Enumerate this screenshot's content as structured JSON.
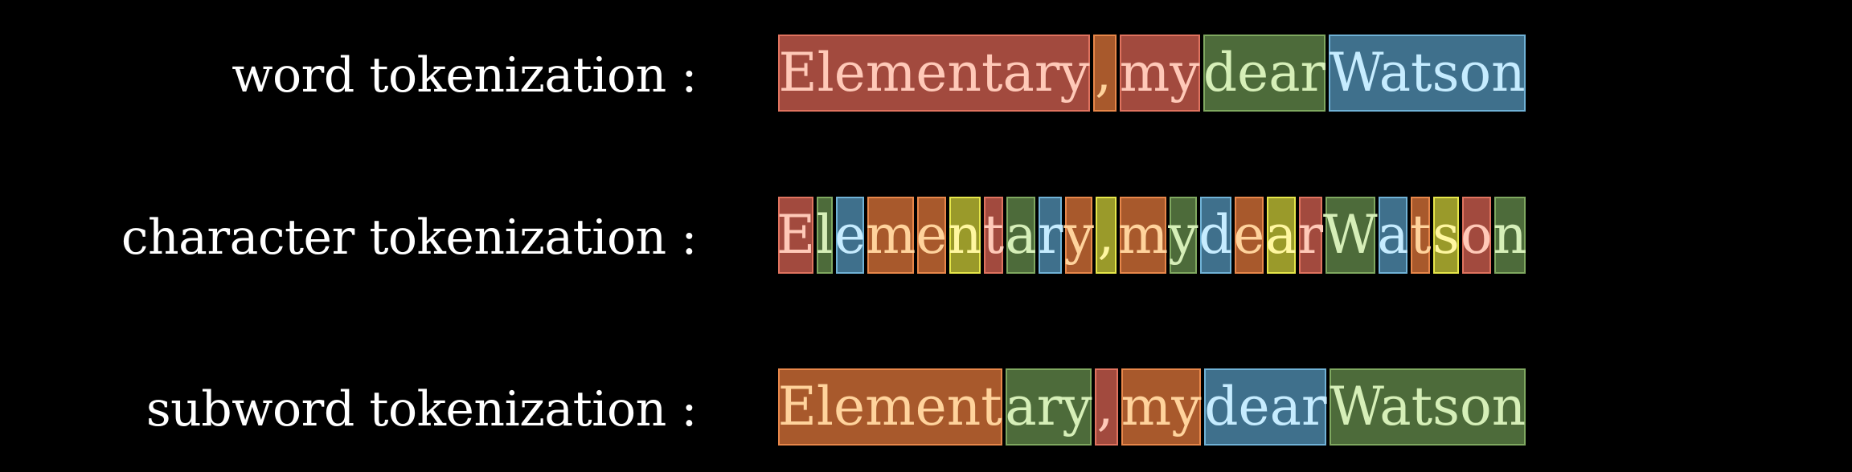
{
  "colors": {
    "background": "#000000",
    "label_text": "#ffffff",
    "token_text": "#ffd8b0",
    "palette": {
      "red": {
        "fill": "#a24a3e",
        "border": "#e0735f",
        "text": "#ffc9b8"
      },
      "orange": {
        "fill": "#a8592c",
        "border": "#e8874a",
        "text": "#ffd39c"
      },
      "green": {
        "fill": "#4d6b3a",
        "border": "#7fa860",
        "text": "#d6efb8"
      },
      "blue": {
        "fill": "#3f708c",
        "border": "#70b2d6",
        "text": "#c6ecff"
      },
      "yellow": {
        "fill": "#9a9a2a",
        "border": "#e6e64a",
        "text": "#fff7a0"
      }
    }
  },
  "sentence": "Elementary, my dear Watson",
  "rows": [
    {
      "label": "word tokenization :",
      "tokens": [
        {
          "text": "Elementary",
          "color": "red"
        },
        {
          "text": ",",
          "color": "orange"
        },
        {
          "text": "my",
          "color": "red"
        },
        {
          "text": "dear",
          "color": "green"
        },
        {
          "text": "Watson",
          "color": "blue"
        }
      ]
    },
    {
      "label": "character tokenization :",
      "tokens": [
        {
          "text": "E",
          "color": "red"
        },
        {
          "text": "l",
          "color": "green"
        },
        {
          "text": "e",
          "color": "blue"
        },
        {
          "text": "m",
          "color": "orange"
        },
        {
          "text": "e",
          "color": "orange"
        },
        {
          "text": "n",
          "color": "yellow"
        },
        {
          "text": "t",
          "color": "red"
        },
        {
          "text": "a",
          "color": "green"
        },
        {
          "text": "r",
          "color": "blue"
        },
        {
          "text": "y",
          "color": "orange"
        },
        {
          "text": ",",
          "color": "yellow"
        },
        {
          "text": "m",
          "color": "orange"
        },
        {
          "text": "y",
          "color": "green"
        },
        {
          "text": "d",
          "color": "blue"
        },
        {
          "text": "e",
          "color": "orange"
        },
        {
          "text": "a",
          "color": "yellow"
        },
        {
          "text": "r",
          "color": "red"
        },
        {
          "text": "W",
          "color": "green"
        },
        {
          "text": "a",
          "color": "blue"
        },
        {
          "text": "t",
          "color": "orange"
        },
        {
          "text": "s",
          "color": "yellow"
        },
        {
          "text": "o",
          "color": "red"
        },
        {
          "text": "n",
          "color": "green"
        }
      ]
    },
    {
      "label": "subword tokenization :",
      "tokens": [
        {
          "text": "Element",
          "color": "orange"
        },
        {
          "text": "ary",
          "color": "green"
        },
        {
          "text": ",",
          "color": "red"
        },
        {
          "text": "my",
          "color": "orange"
        },
        {
          "text": "dear",
          "color": "blue"
        },
        {
          "text": "Watson",
          "color": "green"
        }
      ]
    }
  ]
}
